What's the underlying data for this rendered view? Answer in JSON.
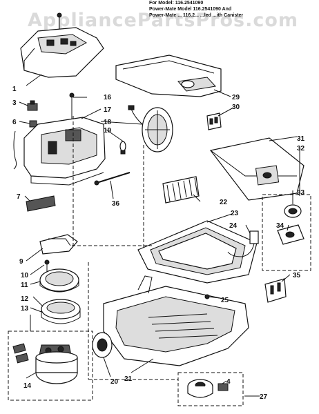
{
  "header": {
    "line1": "For Model: 116.2541090",
    "line2": "Power-Mate Model 116.2541090 And",
    "line3": "Power-Mate ... 116.2...  ...led ...ith Canister"
  },
  "watermark": "AppliancePartsPros.com",
  "callouts": {
    "c1": "1",
    "c3": "3",
    "c4": "4",
    "c6": "6",
    "c7": "7",
    "c9": "9",
    "c10": "10",
    "c11": "11",
    "c12": "12",
    "c13": "13",
    "c14": "14",
    "c16": "16",
    "c17": "17",
    "c18": "18",
    "c19": "19",
    "c20": "20",
    "c21": "21",
    "c22": "22",
    "c23": "23",
    "c24": "24",
    "c25": "25",
    "c27": "27",
    "c29": "29",
    "c30": "30",
    "c31": "31",
    "c32": "32",
    "c33": "33",
    "c34": "34",
    "c35": "35",
    "c36": "36"
  }
}
